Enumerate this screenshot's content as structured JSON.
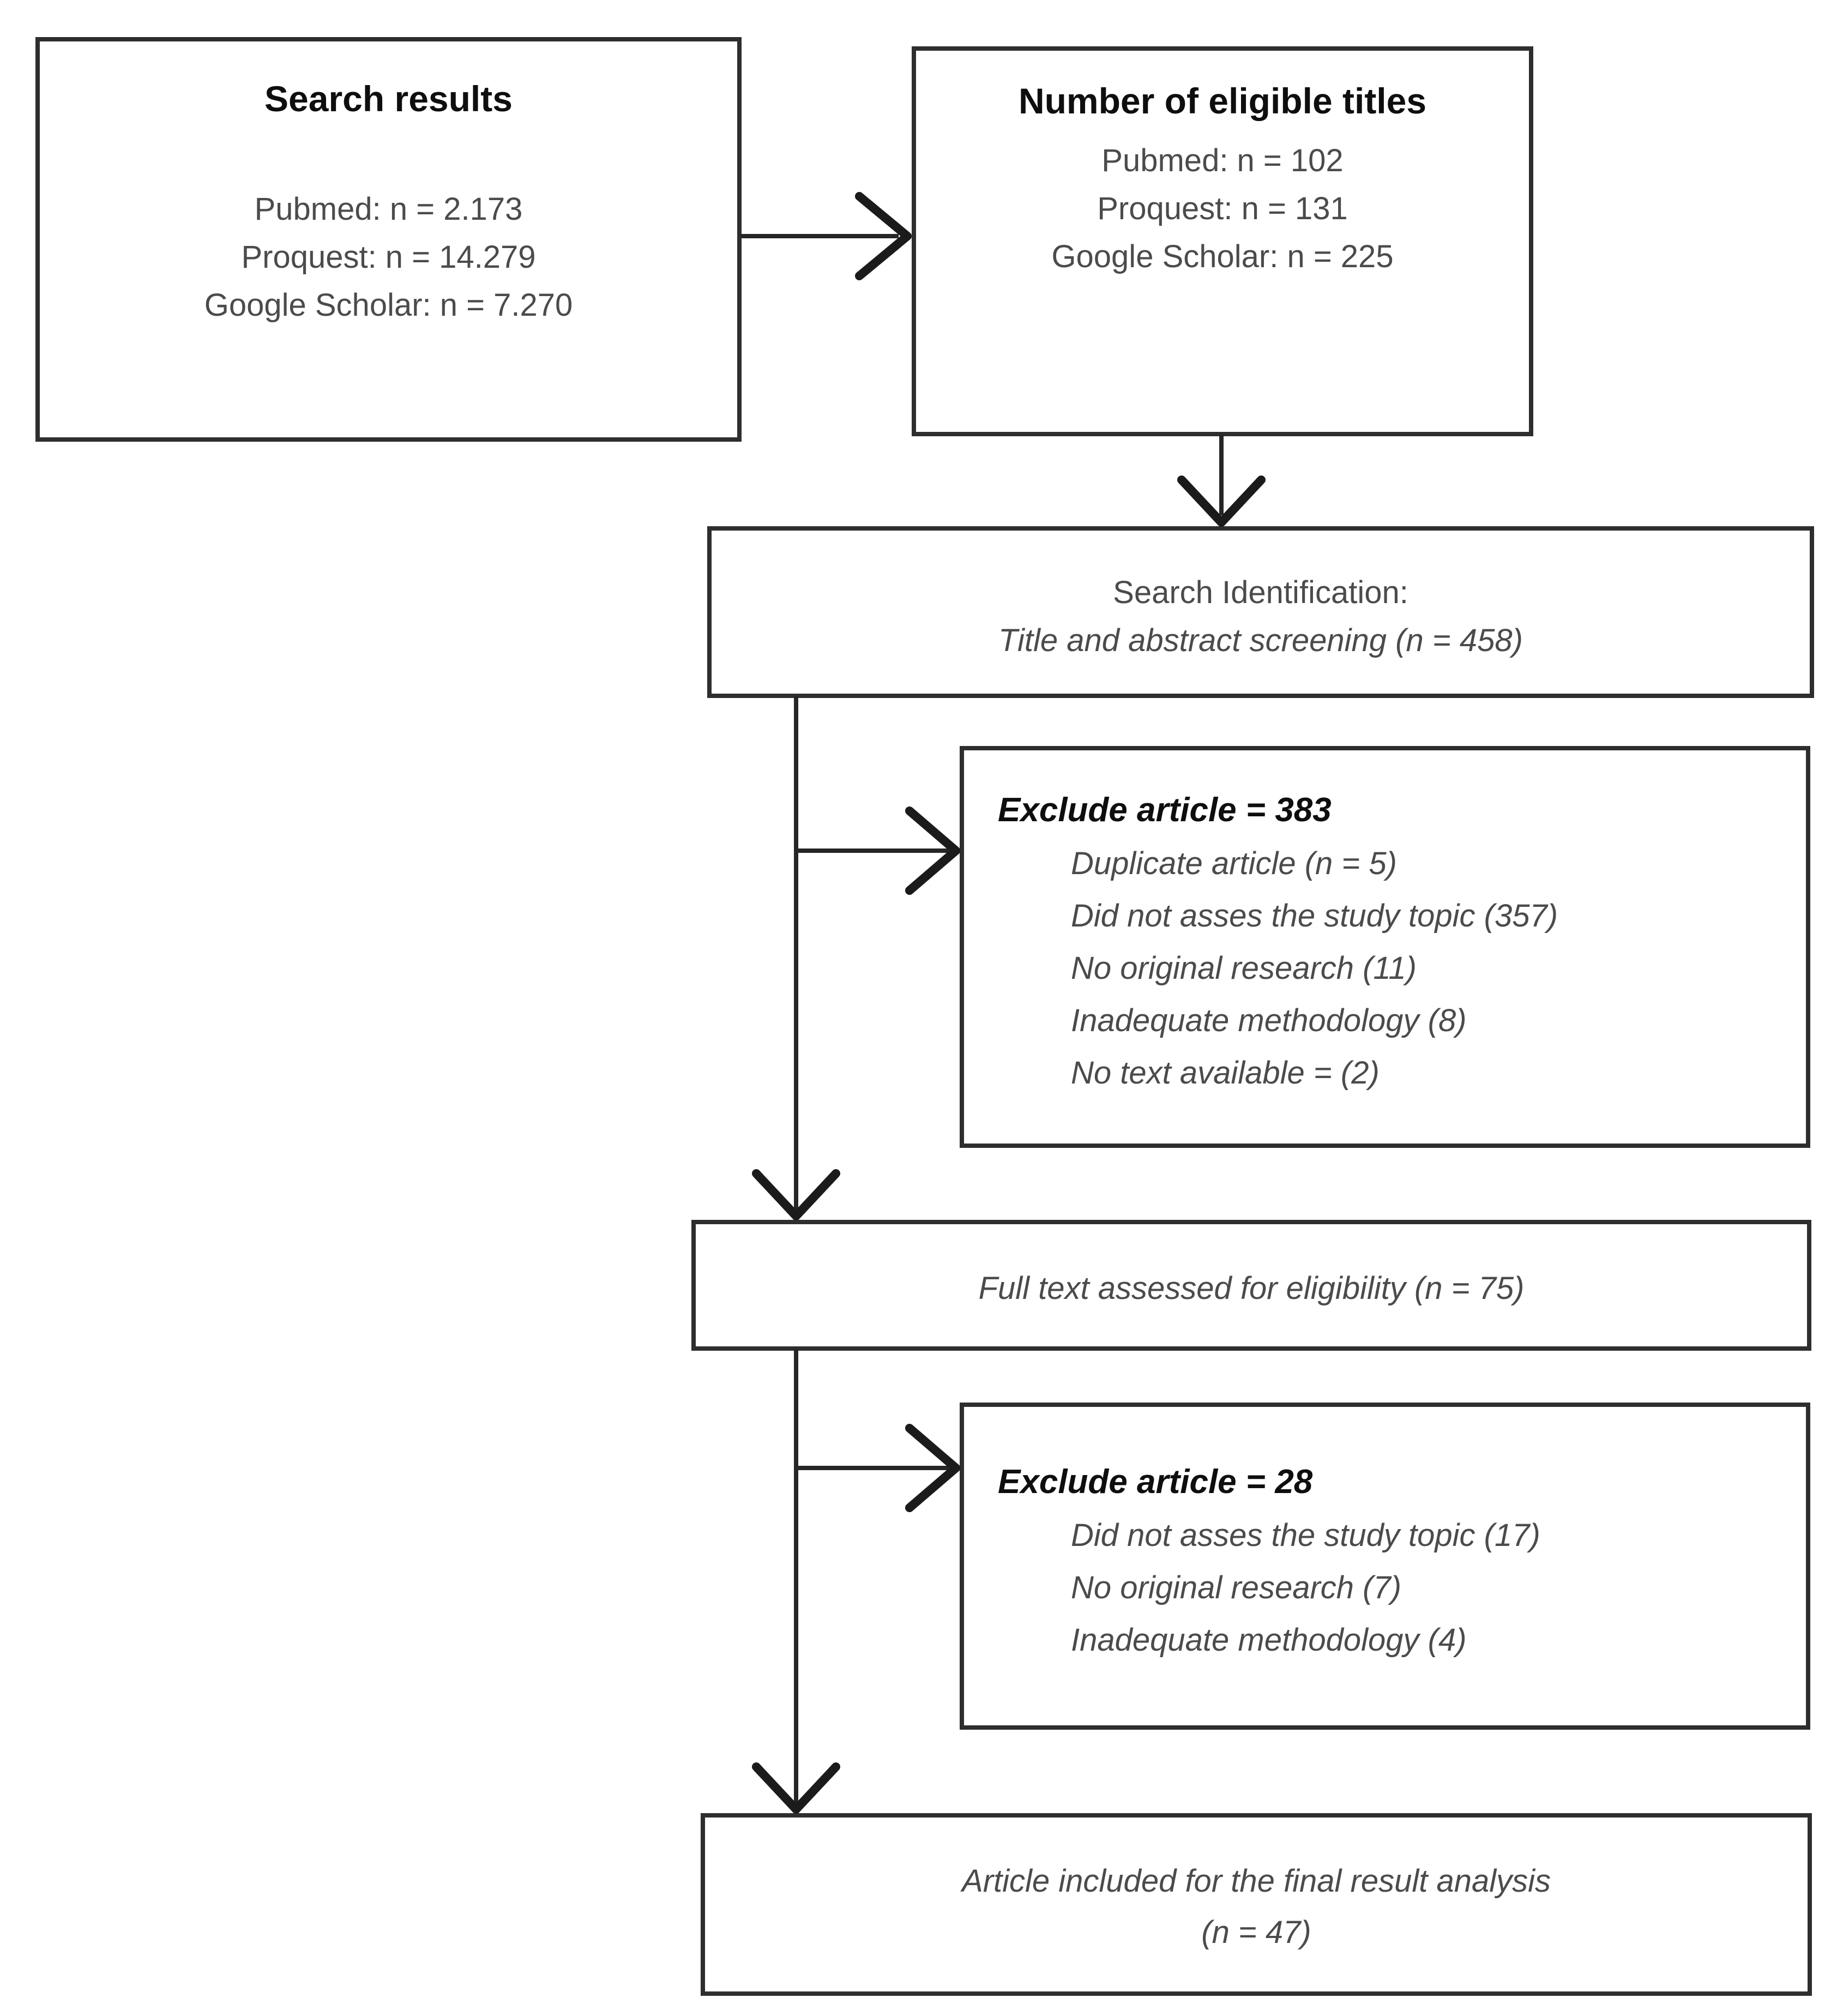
{
  "boxes": {
    "search_results": {
      "title": "Search results",
      "items": [
        "Pubmed: n = 2.173",
        "Proquest: n = 14.279",
        "Google Scholar: n = 7.270"
      ]
    },
    "eligible_titles": {
      "title": "Number of eligible titles",
      "items": [
        "Pubmed: n = 102",
        "Proquest: n = 131",
        "Google Scholar: n = 225"
      ]
    },
    "screening": {
      "line1": "Search Identification:",
      "line2": "Title and abstract screening (n = 458)"
    },
    "exclude_1": {
      "title": "Exclude article = 383",
      "items": [
        "Duplicate article (n = 5)",
        "Did not asses the study topic (357)",
        "No original research (11)",
        "Inadequate methodology (8)",
        "No text available = (2)"
      ]
    },
    "full_text": {
      "line1": "Full text assessed for eligibility (n = 75)"
    },
    "exclude_2": {
      "title": "Exclude article = 28",
      "items": [
        "Did not asses the study topic (17)",
        "No original research (7)",
        "Inadequate methodology (4)"
      ]
    },
    "included": {
      "line1": "Article included for the final result analysis",
      "line2": "(n = 47)"
    }
  },
  "colors": {
    "box_border": "#2e2e2e",
    "line": "#262626",
    "title_text": "#0e0e0e",
    "body_text": "#4b4b4b",
    "background": "#ffffff"
  }
}
